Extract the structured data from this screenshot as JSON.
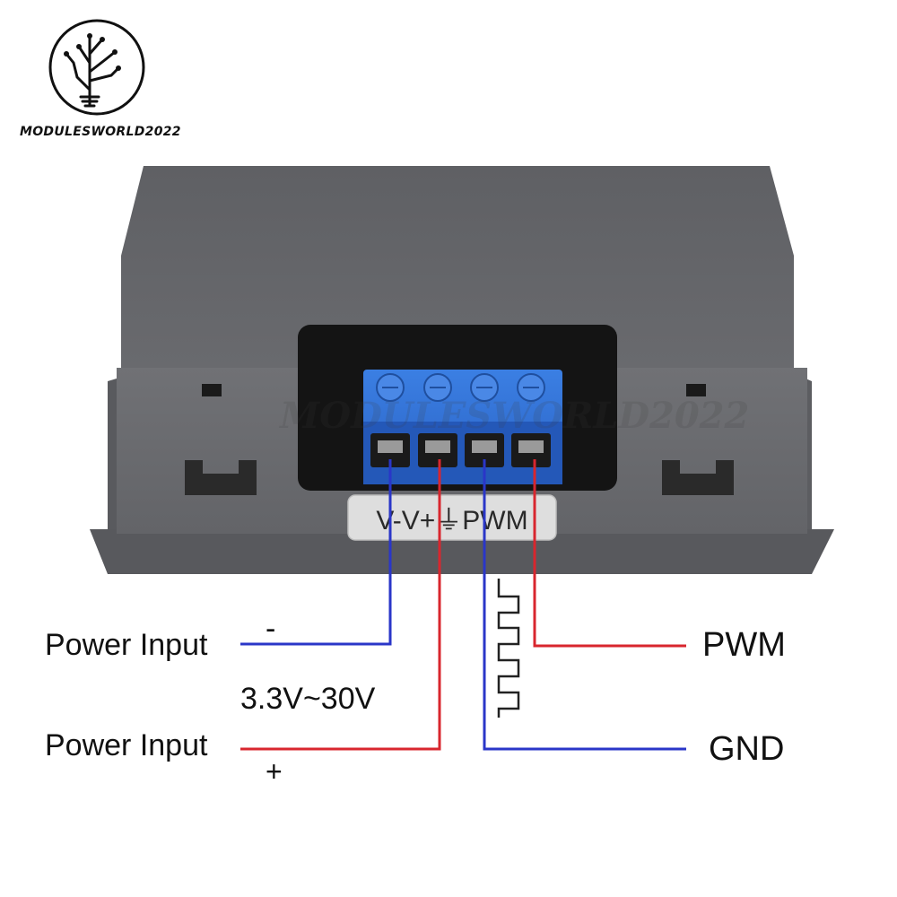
{
  "brand": {
    "name": "MODULESWORLD2022",
    "watermark": "MODULESWORLD2022"
  },
  "terminal": {
    "sticker": "V-V+⏚PWM",
    "screws": 4
  },
  "wires": {
    "power_neg": {
      "label": "Power Input",
      "sign": "-",
      "color": "#2a36c8"
    },
    "voltage_range": "3.3V~30V",
    "power_pos": {
      "label": "Power Input",
      "sign": "+",
      "color": "#d8262e"
    },
    "pwm": {
      "label": "PWM",
      "color": "#d8262e"
    },
    "gnd": {
      "label": "GND",
      "color": "#2a36c8"
    }
  },
  "colors": {
    "housing": "#6d6e72",
    "terminal": "#2f6fd6",
    "wire_red": "#d8262e",
    "wire_blue": "#2a36c8"
  }
}
